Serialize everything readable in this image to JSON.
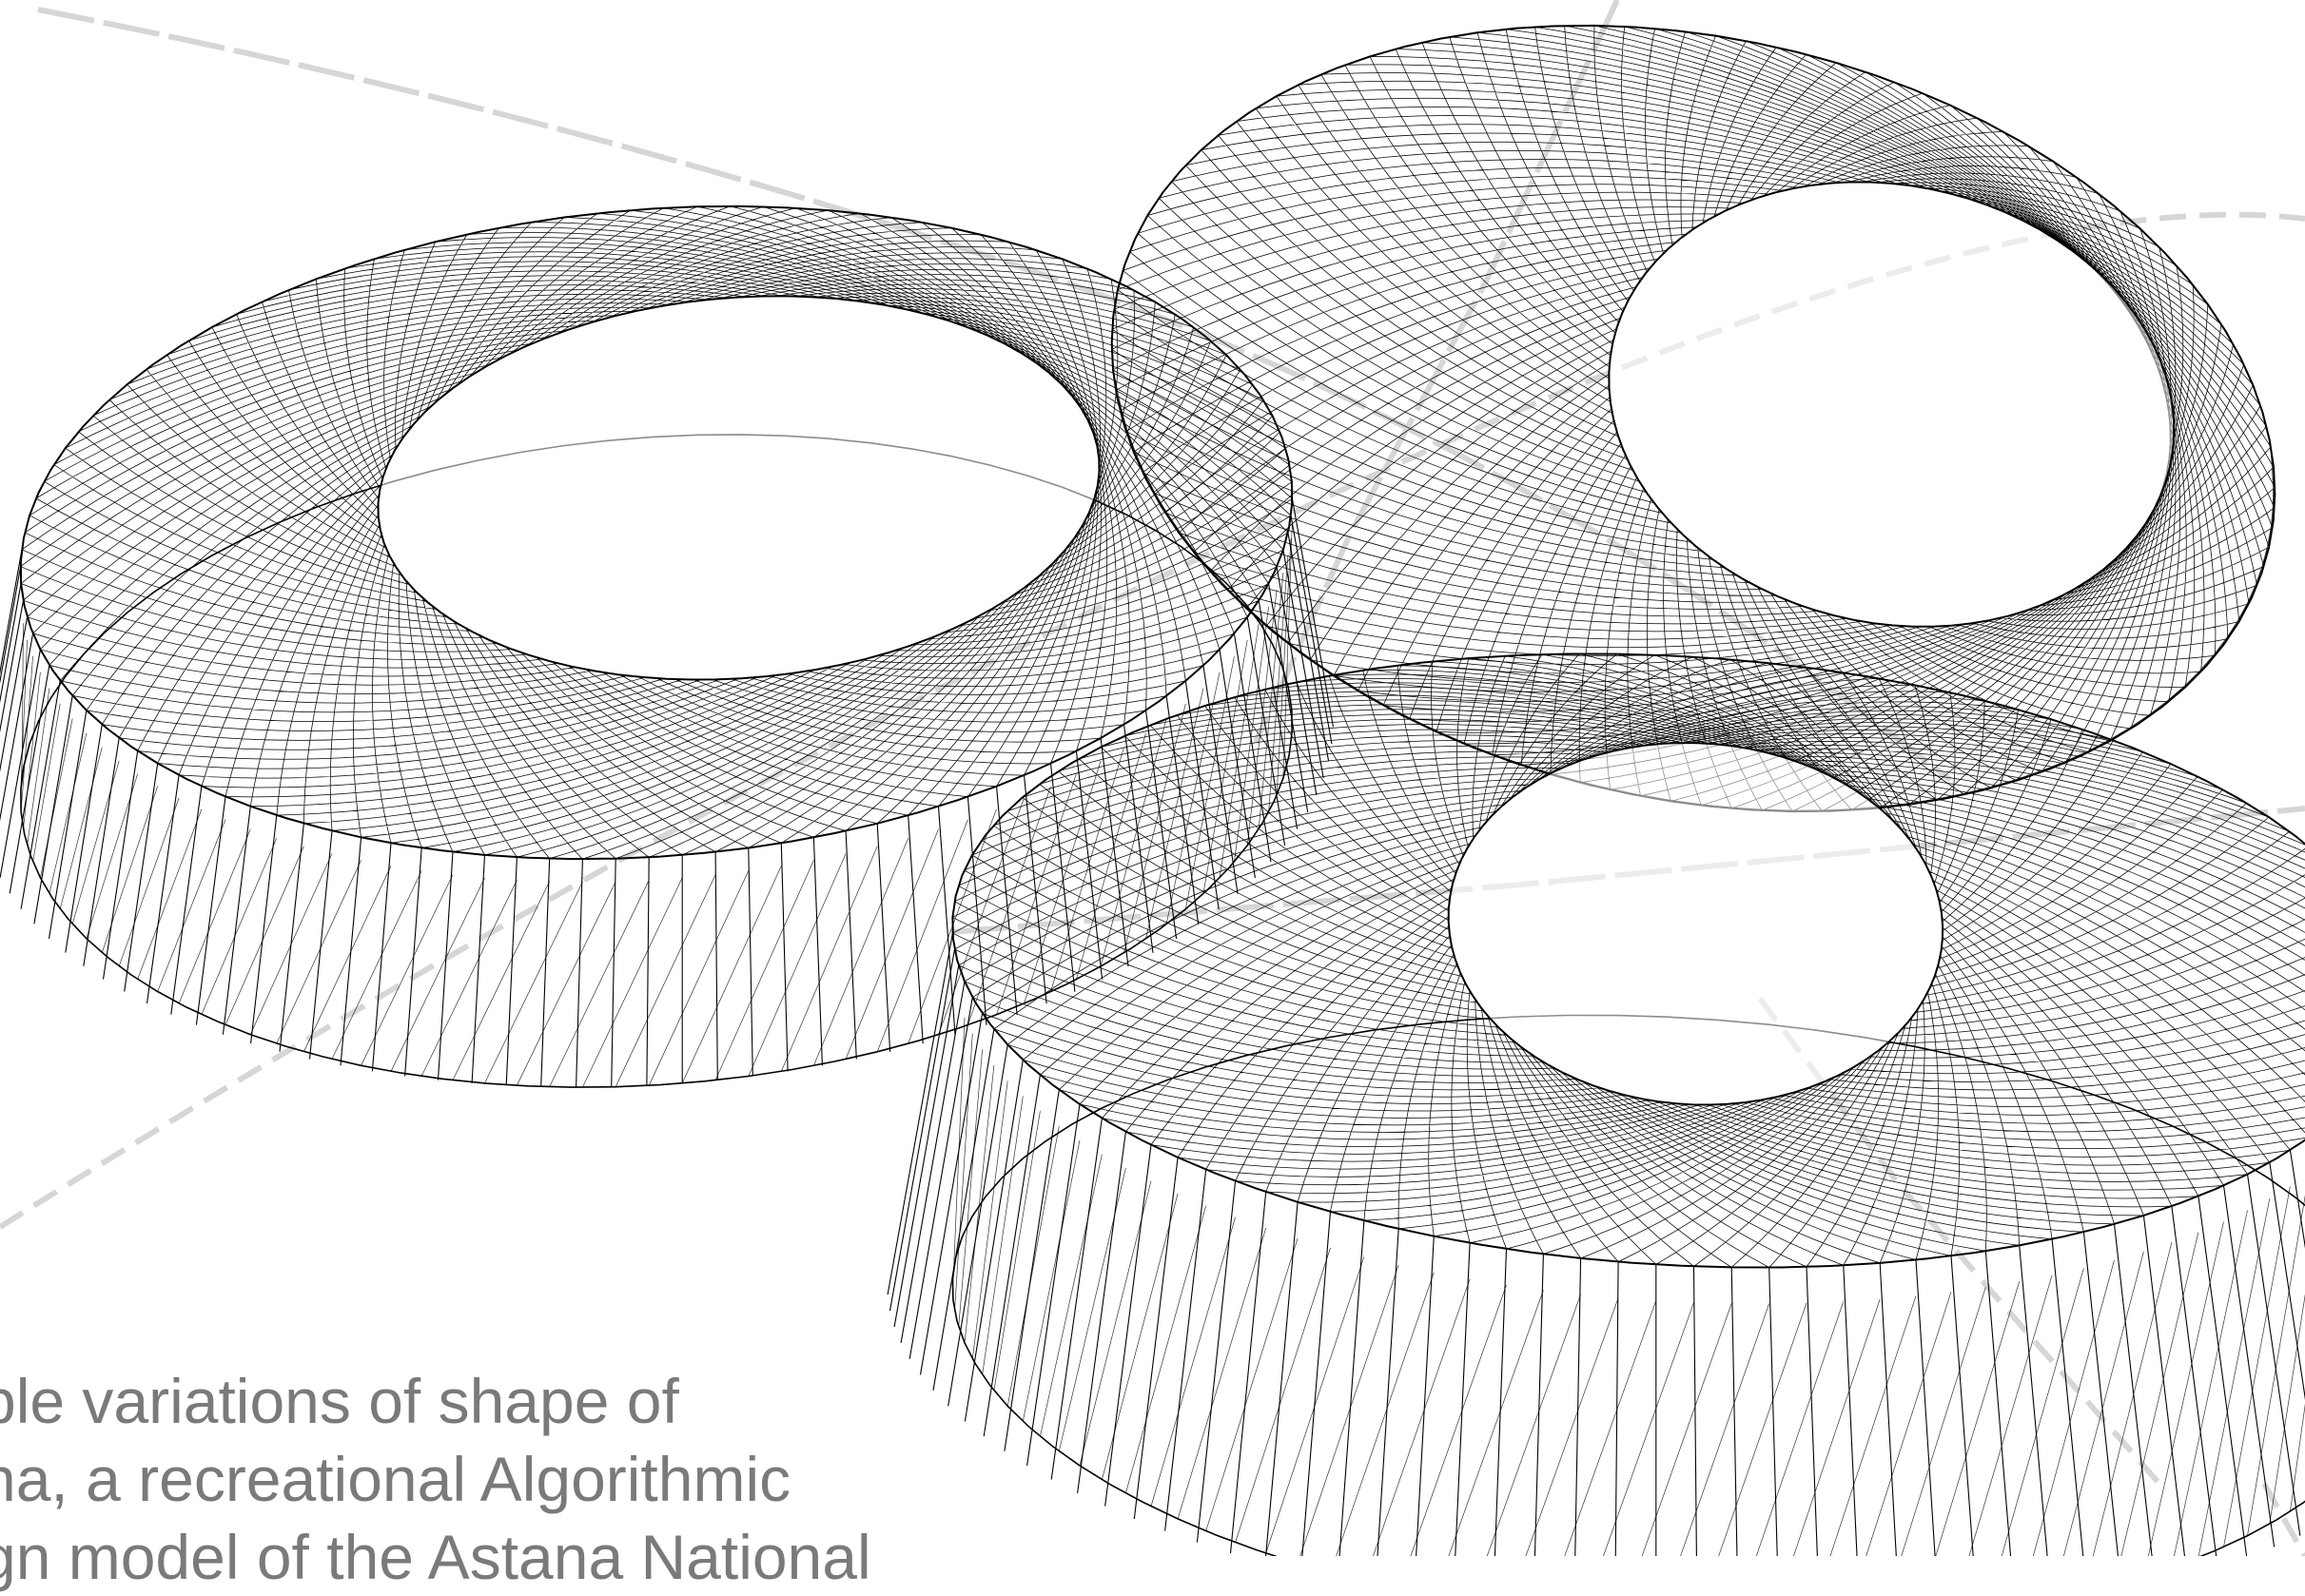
{
  "caption": {
    "line1": "ple variations of shape of",
    "line2": "na, a recreational Algorithmic",
    "line3": "gn model of the Astana National"
  },
  "colors": {
    "mesh": "#000000",
    "guide_lines": "#d6d6d6",
    "caption": "#7a7a7a",
    "background": "#ffffff"
  },
  "figure": {
    "subject": "wireframe mesh renderings of twisted toroidal ring shapes"
  }
}
